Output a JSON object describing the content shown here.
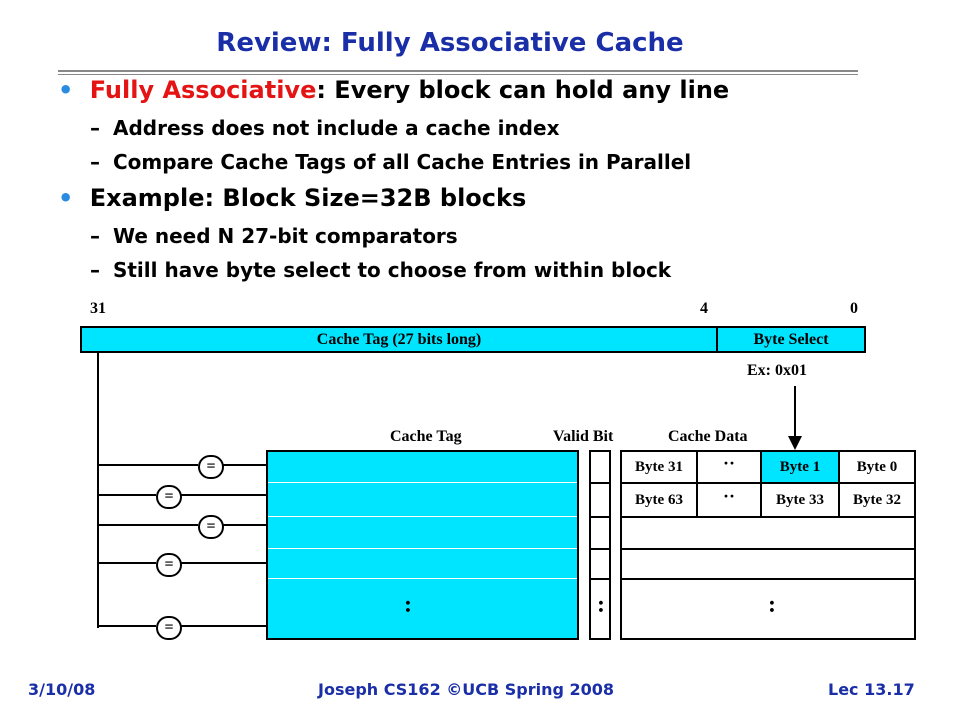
{
  "slide": {
    "title": "Review: Fully Associative Cache",
    "bullets": [
      {
        "term": "Fully Associative",
        "rest": ": Every block can hold any line",
        "subs": [
          "Address does not include a cache index",
          "Compare Cache Tags of all Cache Entries in Parallel"
        ]
      },
      {
        "text": "Example: Block Size=32B blocks",
        "subs": [
          "We need N 27-bit comparators",
          "Still have byte select to choose from within block"
        ]
      }
    ],
    "bullet_mark": "•",
    "dash_mark": "–"
  },
  "diagram": {
    "bit_31": "31",
    "bit_4": "4",
    "bit_0": "0",
    "tag_field": "Cache Tag (27 bits long)",
    "byte_select": "Byte Select",
    "example": "Ex: 0x01",
    "col_tag": "Cache Tag",
    "col_valid": "Valid Bit",
    "col_data": "Cache Data",
    "comparator_symbol": "=",
    "row1": [
      "Byte 31",
      "Byte 1",
      "Byte 0"
    ],
    "row2": [
      "Byte 63",
      "Byte 33",
      "Byte 32"
    ],
    "ellipsis_h": "··",
    "ellipsis_v": ":",
    "highlight_color": "#00e5ff"
  },
  "footer": {
    "date": "3/10/08",
    "center": "Joseph CS162 ©UCB Spring 2008",
    "lecture": "Lec 13.17"
  }
}
